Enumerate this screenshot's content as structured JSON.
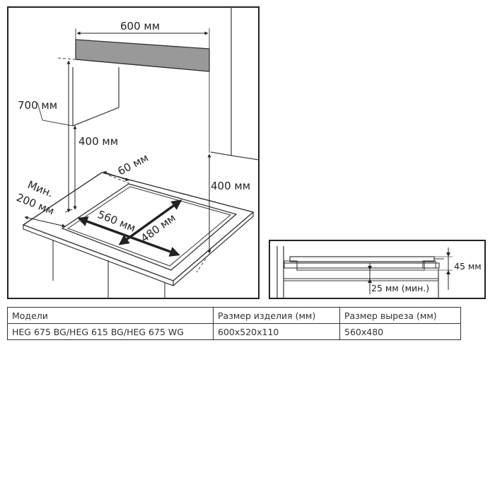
{
  "main_diagram": {
    "width_label": "600 мм",
    "height_label": "700 мм",
    "hood_clearance_label": "400 мм",
    "right_wall_label": "400 мм",
    "rear_gap_label": "60 мм",
    "min_word": "Мин.",
    "min_value": "200 мм",
    "cutout_width_label": "560 мм",
    "cutout_depth_label": "480 мм"
  },
  "side_diagram": {
    "height_label": "45 мм",
    "clearance_label": "25 мм (мин.)"
  },
  "table": {
    "headers": [
      "Модели",
      "Размер изделия (мм)",
      "Размер выреза (мм)"
    ],
    "rows": [
      [
        "HEG 675 BG/HEG 615 BG/HEG 675 WG",
        "600x520x110",
        "560x480"
      ]
    ]
  }
}
